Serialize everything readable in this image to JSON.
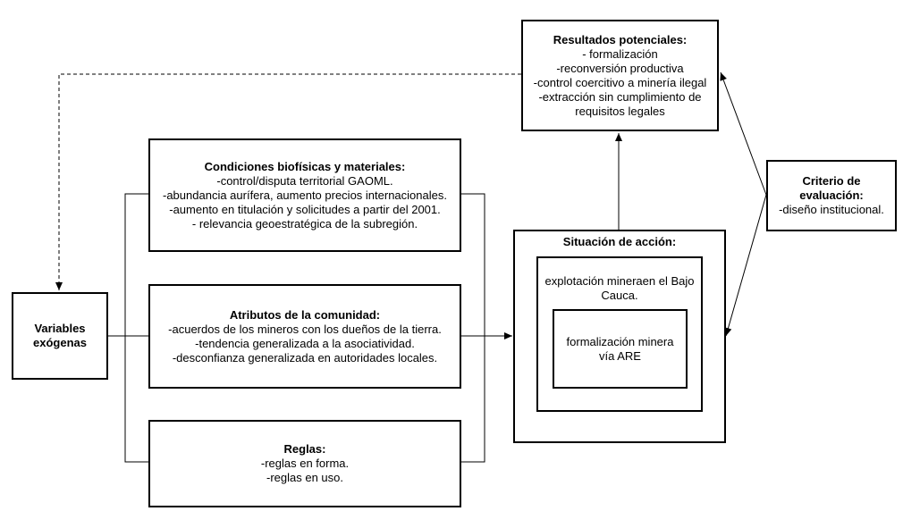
{
  "diagram": {
    "variables_exogenas": {
      "title": [
        "Variables",
        "exógenas"
      ]
    },
    "condiciones": {
      "title": "Condiciones biofísicas y materiales:",
      "lines": [
        "-control/disputa territorial GAOML.",
        "-abundancia aurífera, aumento precios internacionales.",
        "-aumento en titulación y solicitudes a partir del 2001.",
        "- relevancia geoestratégica de la subregión."
      ]
    },
    "atributos": {
      "title": "Atributos de la comunidad:",
      "lines": [
        "-acuerdos de los mineros con los dueños de la tierra.",
        "-tendencia generalizada a la asociatividad.",
        "-desconfianza generalizada en autoridades locales."
      ]
    },
    "reglas": {
      "title": "Reglas:",
      "lines": [
        "-reglas en forma.",
        "-reglas en uso."
      ]
    },
    "situacion": {
      "title": "Situación de acción:",
      "middle": [
        "explotación mineraen el Bajo",
        "Cauca."
      ],
      "inner": [
        "formalización minera",
        "vía ARE"
      ]
    },
    "resultados": {
      "title": "Resultados potenciales:",
      "lines": [
        "- formalización",
        "-reconversión productiva",
        "-control coercitivo a minería ilegal",
        "-extracción sin cumplimiento de",
        "requisitos legales"
      ]
    },
    "criterio": {
      "title": [
        "Criterio de",
        "evaluación:"
      ],
      "lines": [
        "-diseño institucional."
      ]
    }
  }
}
